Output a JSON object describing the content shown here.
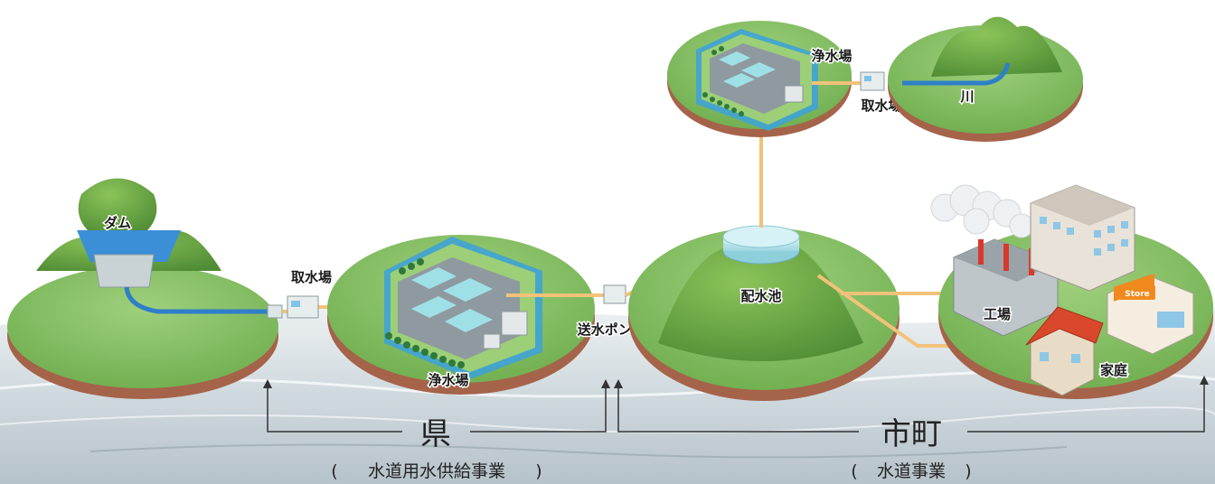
{
  "labels": {
    "dam": "ダム",
    "intake_left": "取水場",
    "plant_left": "浄水場",
    "pump": "送水ポンプ",
    "reservoir": "配水池",
    "plant_top": "浄水場",
    "intake_top": "取水場",
    "river": "川",
    "factory": "工場",
    "home": "家庭",
    "store_sign": "Store"
  },
  "sections": {
    "prefecture": {
      "title": "県",
      "open": "(",
      "subtitle": "水道用水供給事業",
      "close": ")"
    },
    "municipal": {
      "title": "市町",
      "open": "(",
      "subtitle": "水道事業",
      "close": ")"
    }
  },
  "colors": {
    "grass": "#7fbf5f",
    "soil": "#b06a4c",
    "hill": "#6fa84a",
    "water": "#3a8fd6",
    "pipe": "#f2c27a",
    "reservoir_water": "#bde7f0",
    "roof_red": "#d9482a",
    "store_orange": "#f08a1e"
  }
}
